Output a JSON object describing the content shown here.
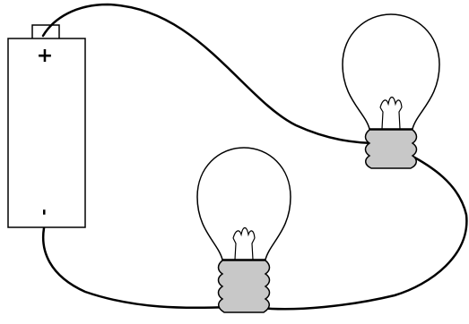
{
  "battery": {
    "positive_symbol": "+",
    "negative_symbol": "-"
  },
  "colors": {
    "line": "#000000",
    "background": "#ffffff",
    "bulb_base": "#c8c8c8"
  },
  "components": {
    "battery_count": 1,
    "bulb_count": 2,
    "wire_count": 3
  }
}
